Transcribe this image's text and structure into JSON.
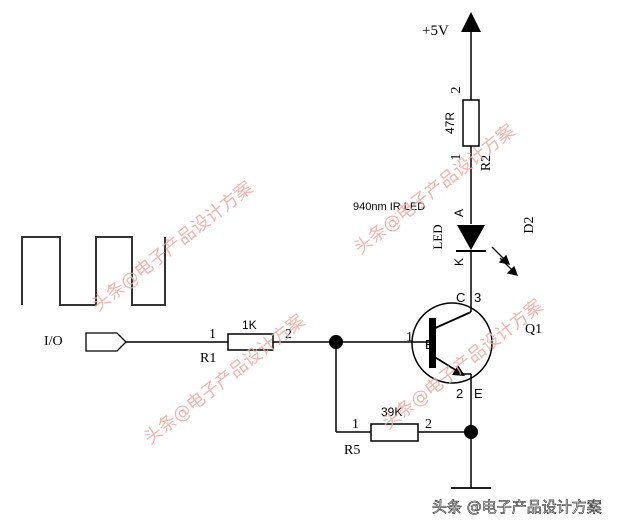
{
  "supply": {
    "label": "+5V"
  },
  "r2": {
    "pin_top": "2",
    "value": "47R",
    "pin_bottom": "1",
    "ref": "R2"
  },
  "led": {
    "caption": "940nm IR LED",
    "type_label": "LED",
    "anode": "A",
    "cathode": "K",
    "ref": "D2"
  },
  "q1": {
    "collector": "C",
    "collector_pin": "3",
    "base": "B",
    "base_pin": "1",
    "emitter": "E",
    "emitter_pin": "2",
    "ref": "Q1"
  },
  "io": {
    "label": "I/O"
  },
  "r1": {
    "pin_left": "1",
    "value": "1K",
    "pin_right": "2",
    "ref": "R1"
  },
  "r5": {
    "pin_left": "1",
    "value": "39K",
    "pin_right": "2",
    "ref": "R5"
  },
  "watermark": {
    "text": "头条@电子产品设计方案",
    "footer": "头条 @电子产品设计方案",
    "color": "#f2a9a0"
  }
}
